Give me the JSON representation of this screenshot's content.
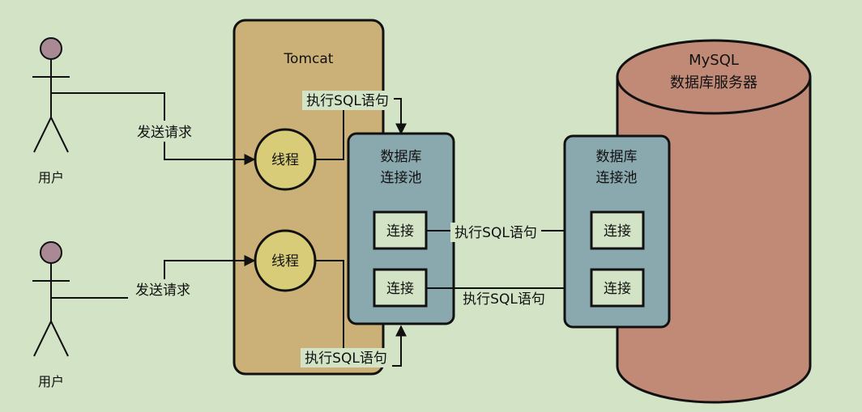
{
  "colors": {
    "background": "#d3e3c6",
    "tomcat_fill": "#cbb177",
    "thread_fill": "#d8cc78",
    "pool_fill": "#8aa9ae",
    "conn_fill": "#d3e3c6",
    "db_fill": "#c08a76",
    "person_head": "#a88994"
  },
  "users": [
    {
      "label": "用户",
      "request_label": "发送请求"
    },
    {
      "label": "用户",
      "request_label": "发送请求"
    }
  ],
  "tomcat": {
    "title": "Tomcat",
    "threads": [
      "线程",
      "线程"
    ],
    "sql_label_top": "执行SQL语句",
    "sql_label_bottom": "执行SQL语句"
  },
  "app_pool": {
    "title_line1": "数据库",
    "title_line2": "连接池",
    "connections": [
      "连接",
      "连接"
    ]
  },
  "sql_labels_middle": [
    "执行SQL语句",
    "执行SQL语句"
  ],
  "mysql": {
    "title_line1": "MySQL",
    "title_line2": "数据库服务器",
    "pool_title_line1": "数据库",
    "pool_title_line2": "连接池",
    "connections": [
      "连接",
      "连接"
    ]
  }
}
